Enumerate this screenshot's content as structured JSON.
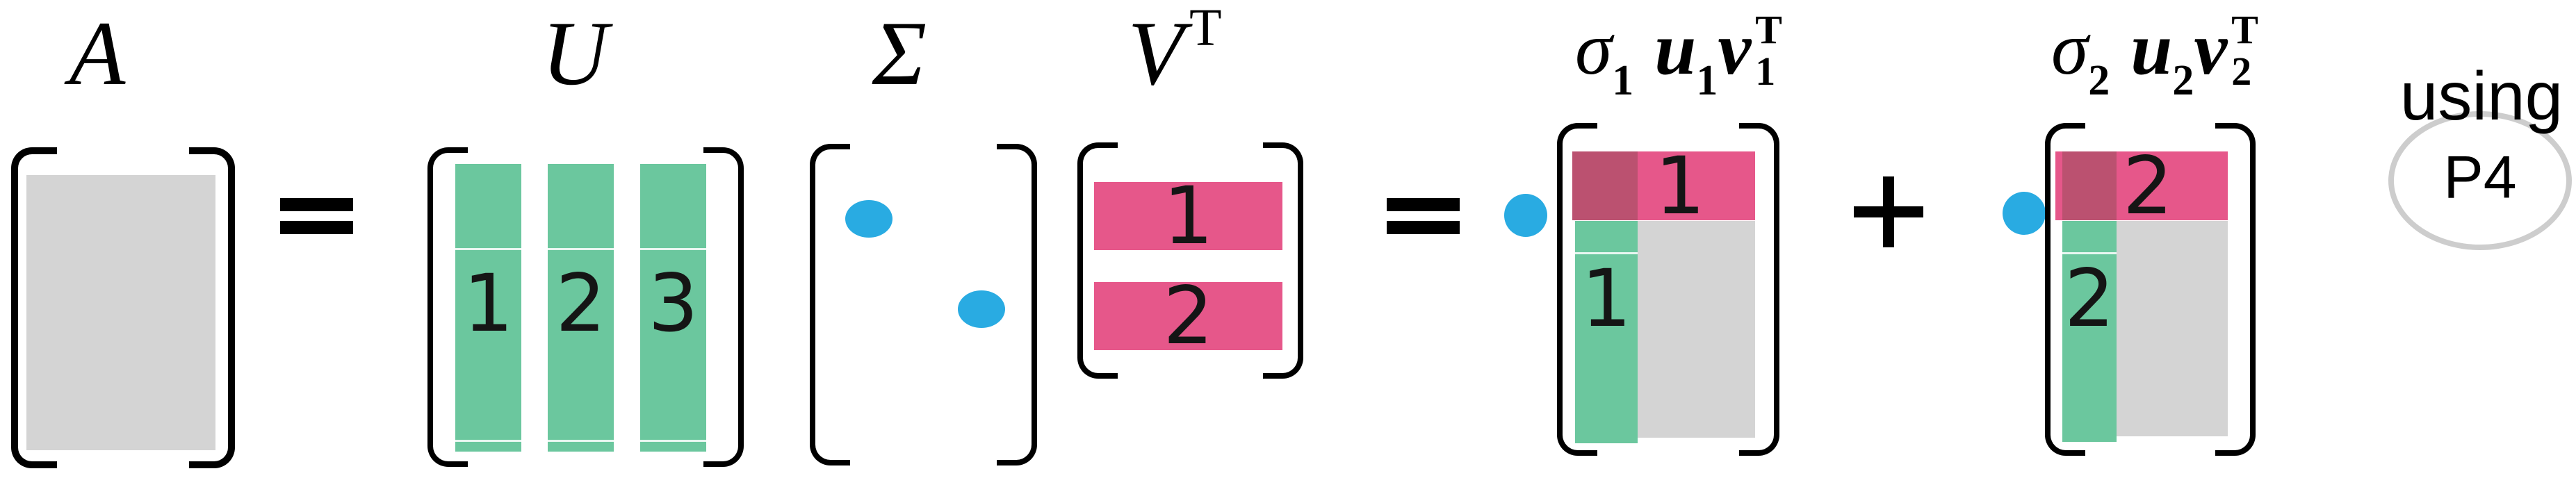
{
  "colors": {
    "green": "#6BC79E",
    "pink": "#E6578A",
    "overlap_red": "#BB5170",
    "matrix_gray": "#D4D4D4",
    "blue_dot": "#29ABE2",
    "circle_gray": "#CDCDCD"
  },
  "matrix_a": {
    "label": "A"
  },
  "matrix_u": {
    "label": "U",
    "column_labels": [
      "1",
      "2",
      "3"
    ]
  },
  "matrix_sigma": {
    "label": "Σ"
  },
  "matrix_vt": {
    "label_base": "V",
    "label_sup": "T",
    "row_labels": [
      "1",
      "2"
    ]
  },
  "operators": {
    "equals": "=",
    "plus": "+"
  },
  "term_1": {
    "sigma": "σ",
    "sigma_sub": "1",
    "u": "u",
    "u_sub": "1",
    "v": "v",
    "v_sub": "1",
    "v_sup": "T",
    "row_label": "1",
    "column_label": "1"
  },
  "term_2": {
    "sigma": "σ",
    "sigma_sub": "2",
    "u": "u",
    "u_sub": "2",
    "v": "v",
    "v_sub": "2",
    "v_sup": "T",
    "row_label": "2",
    "column_label": "2"
  },
  "annotation": {
    "text": "using",
    "badge": "P4"
  }
}
